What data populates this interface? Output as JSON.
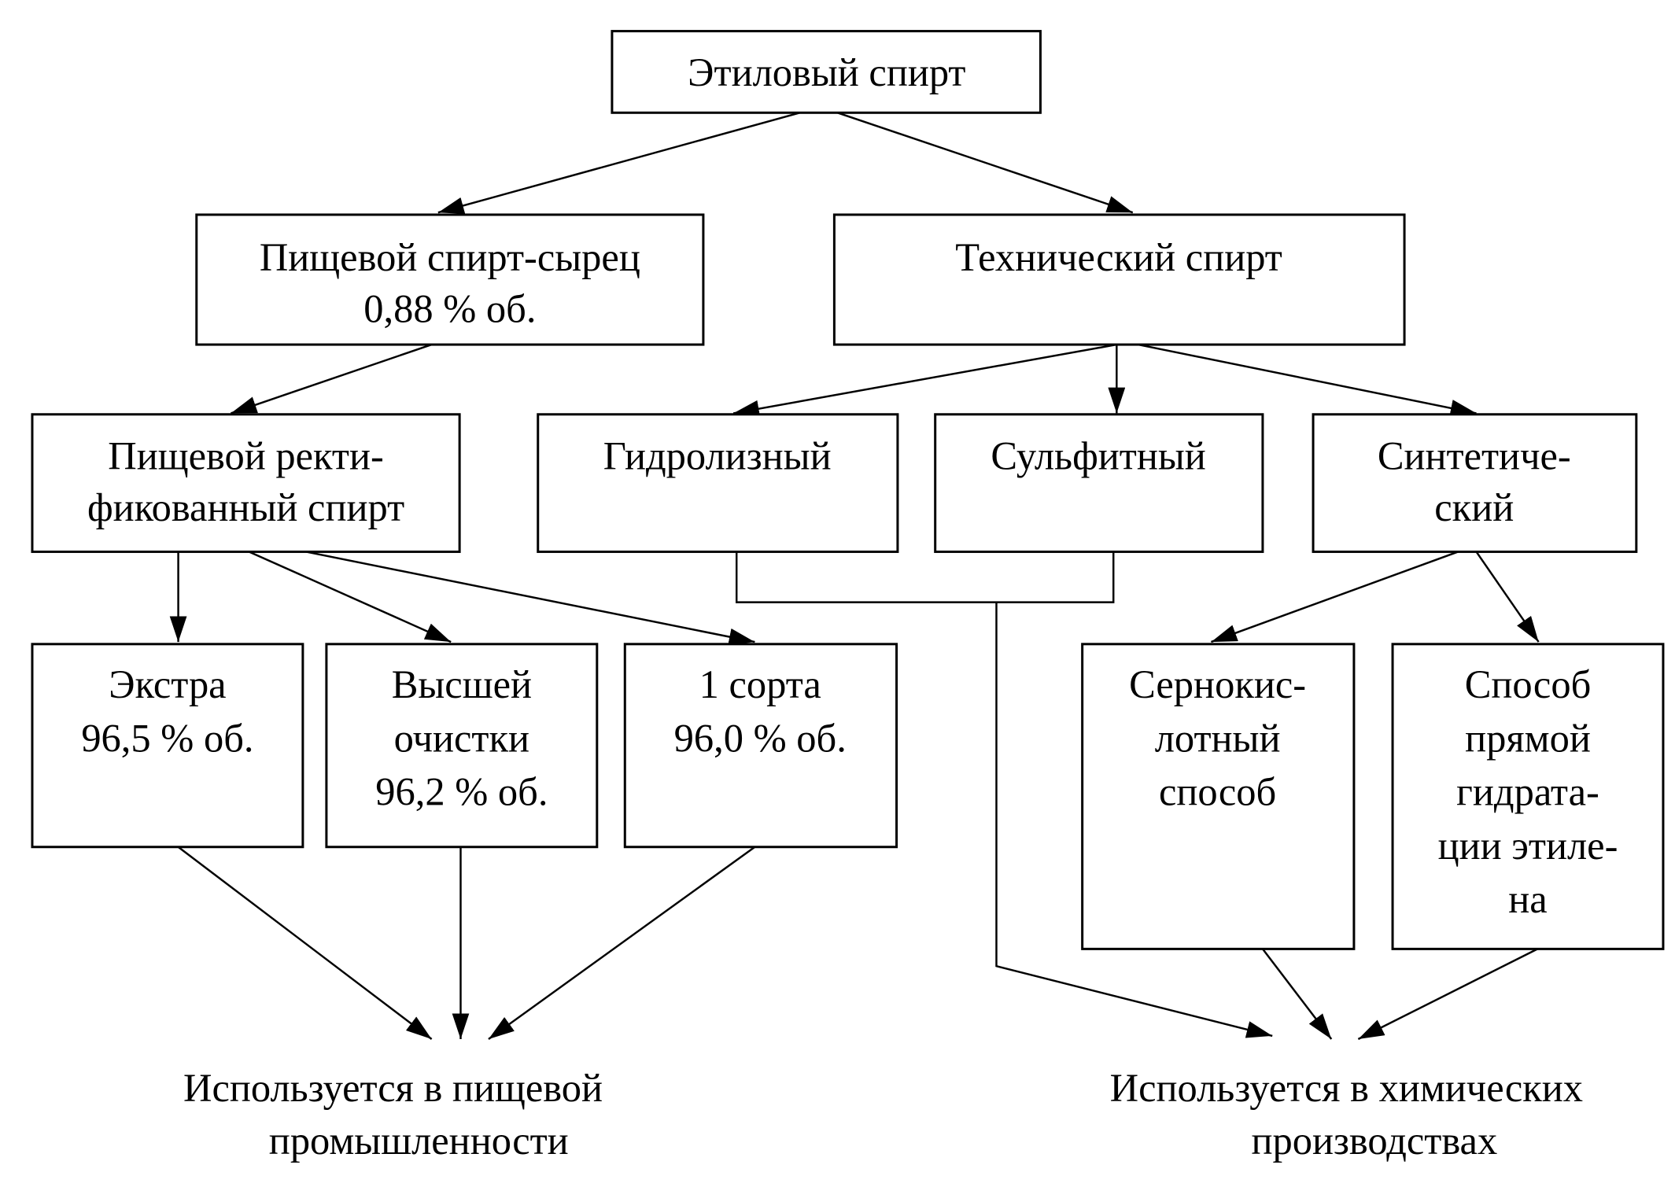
{
  "diagram": {
    "root": {
      "lines": [
        "Этиловый  спирт"
      ]
    },
    "food_raw": {
      "lines": [
        "Пищевой спирт-сырец",
        "0,88 % об."
      ]
    },
    "technical": {
      "lines": [
        "Технический спирт"
      ]
    },
    "food_rect": {
      "lines": [
        "Пищевой ректи-",
        "фикованный спирт"
      ]
    },
    "hydrolysis": {
      "lines": [
        "Гидролизный"
      ]
    },
    "sulfite": {
      "lines": [
        "Сульфитный"
      ]
    },
    "synthetic": {
      "lines": [
        "Синтетиче-",
        "ский"
      ]
    },
    "extra": {
      "lines": [
        "Экстра",
        "96,5 % об."
      ]
    },
    "highest": {
      "lines": [
        "Высшей",
        "очистки",
        "96,2 % об."
      ]
    },
    "first_grade": {
      "lines": [
        "1 сорта",
        "96,0 % об."
      ]
    },
    "sulfuric": {
      "lines": [
        "Сернокис-",
        "лотный",
        "способ"
      ]
    },
    "direct_hydration": {
      "lines": [
        "Способ",
        "прямой",
        "гидрата-",
        "ции этиле-",
        "на"
      ]
    },
    "food_use": {
      "lines": [
        "Используется в пищевой",
        "промышленности"
      ]
    },
    "chem_use": {
      "lines": [
        "Используется в химических",
        "производствах"
      ]
    }
  }
}
